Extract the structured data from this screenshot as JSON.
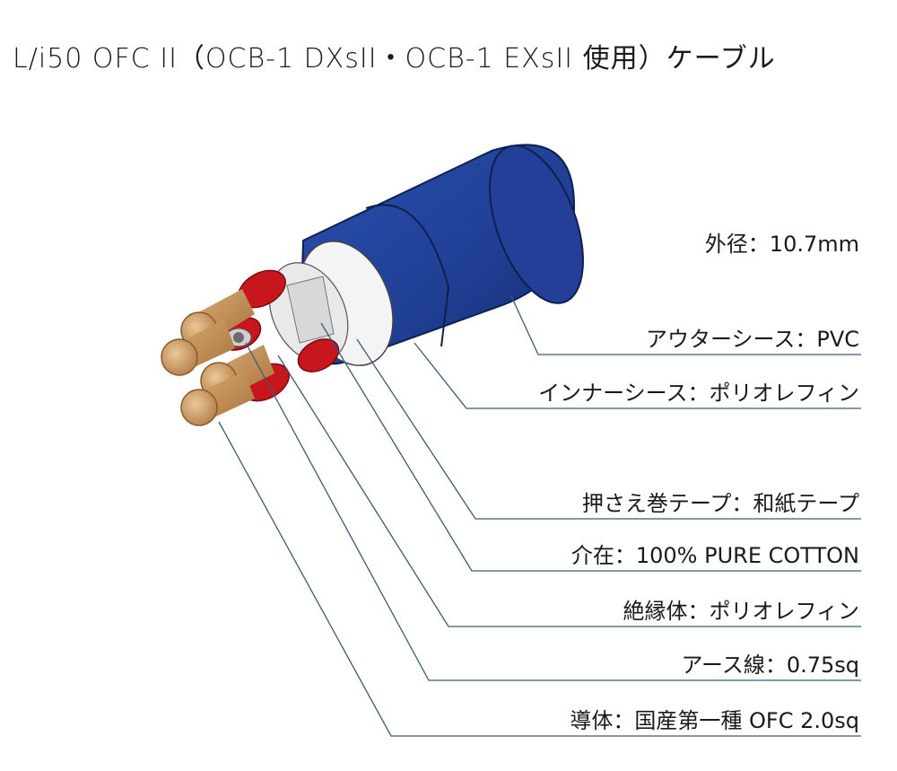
{
  "title": "L/i50 OFC II（OCB-1 DXsII・OCB-1 EXsII 使用）ケーブル",
  "diameter": "外径：10.7mm",
  "labels": [
    "アウターシース：PVC",
    "インナーシース：ポリオレフィン",
    "押さえ巻テープ：和紙テープ",
    "介在：100% PURE COTTON",
    "絶縁体：ポリオレフィン",
    "アース線：0.75sq",
    "導体：国産第一種 OFC 2.0sq"
  ],
  "colors": {
    "outer_sheath": "#1f3f93",
    "inner_sheath": "#ffffff",
    "insulation": "#c8161d",
    "conductor": "#c89a62",
    "leader_line": "#3a5a7a"
  }
}
